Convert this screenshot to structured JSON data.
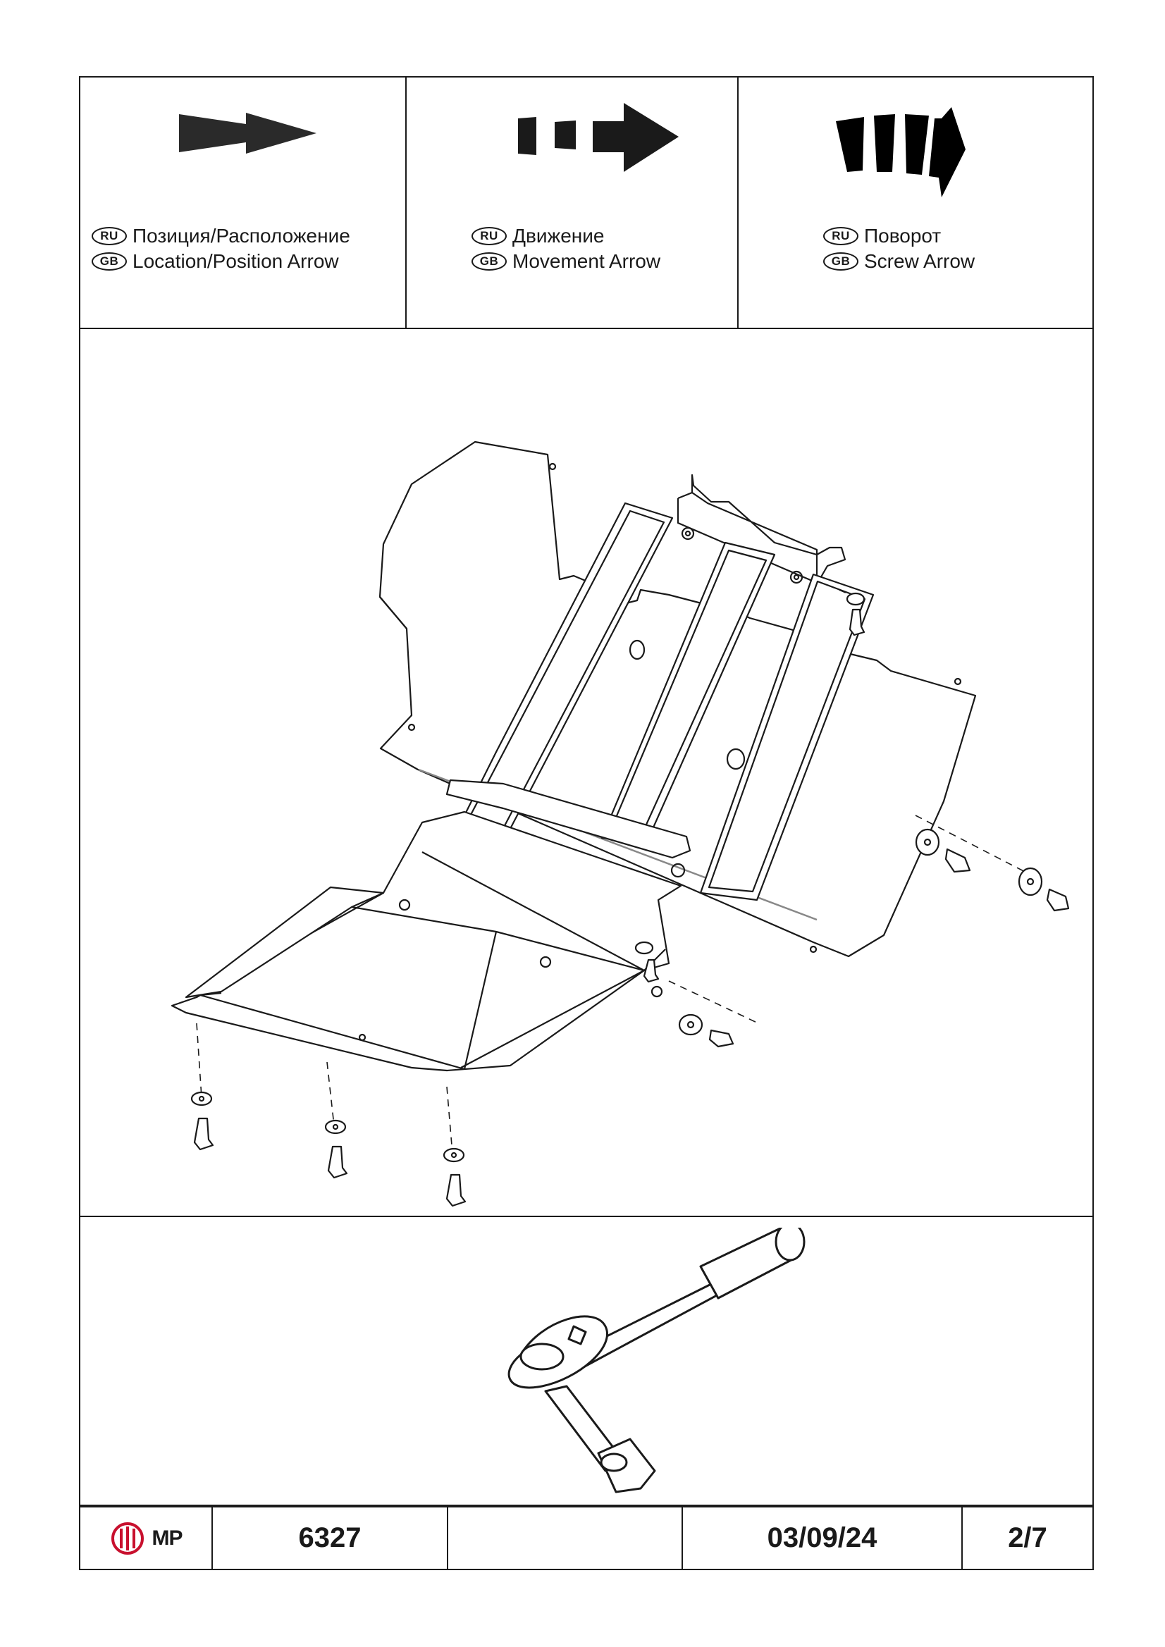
{
  "legend": [
    {
      "ru_tag": "RU",
      "gb_tag": "GB",
      "ru": "Позиция/Расположение",
      "gb": "Location/Position Arrow",
      "icon": "location-arrow-icon"
    },
    {
      "ru_tag": "RU",
      "gb_tag": "GB",
      "ru": "Движение",
      "gb": "Movement Arrow",
      "icon": "movement-arrow-icon"
    },
    {
      "ru_tag": "RU",
      "gb_tag": "GB",
      "ru": "Поворот",
      "gb": "Screw Arrow",
      "icon": "screw-arrow-icon"
    }
  ],
  "diagram": {
    "icon": "skid-plate-assembly-diagram"
  },
  "tool": {
    "icon": "ratchet-wrench-icon"
  },
  "footer": {
    "logo_text": "MP",
    "part_number": "6327",
    "blank": "",
    "date": "03/09/24",
    "page": "2/7"
  },
  "colors": {
    "logo_red": "#c8102e",
    "ink": "#1a1a1a"
  }
}
